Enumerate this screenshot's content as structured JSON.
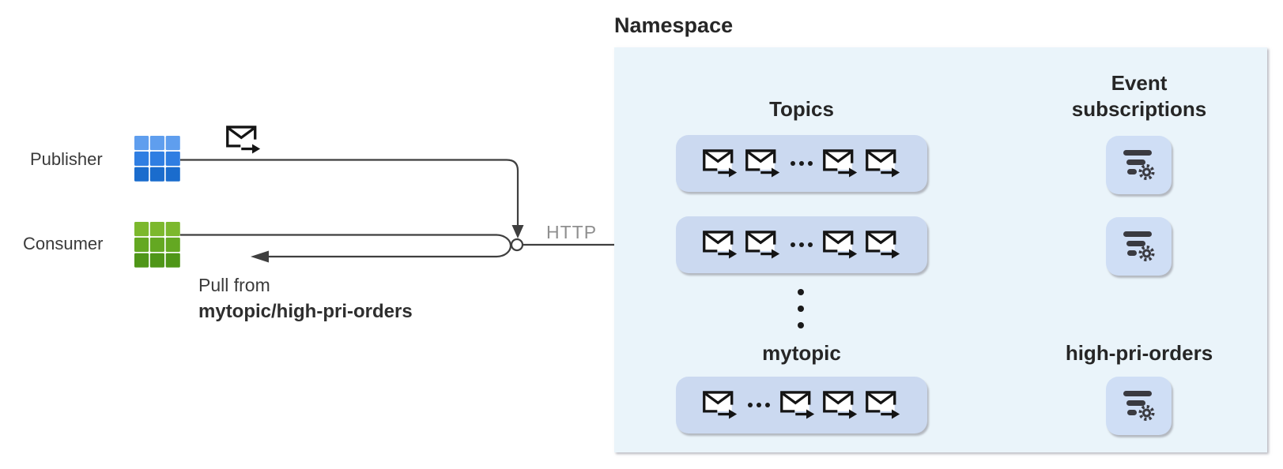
{
  "diagram": {
    "publisher": {
      "label": "Publisher",
      "tile_colors": [
        "#5f9eee",
        "#2f7ee2",
        "#1a6ccd"
      ]
    },
    "consumer": {
      "label": "Consumer",
      "tile_colors": [
        "#7cb82d",
        "#64a822",
        "#4f9618"
      ]
    },
    "pull_note": {
      "line1": "Pull from",
      "line2": "mytopic/high-pri-orders"
    },
    "http_label": "HTTP",
    "line_color": "#3f3f3f",
    "dashed_line_color": "#1c1c1c"
  },
  "namespace": {
    "title": "Namespace",
    "background_color": "#eaf4fa",
    "topics": {
      "heading": "Topics",
      "bottom_label": "mytopic",
      "row_fill_color": "#cbd9f0",
      "rows": [
        {
          "envelopes_before_dots": 2,
          "envelopes_after_dots": 2
        },
        {
          "envelopes_before_dots": 2,
          "envelopes_after_dots": 2
        },
        {
          "envelopes_before_dots": 1,
          "envelopes_after_dots": 3
        }
      ]
    },
    "subscriptions": {
      "heading_line1": "Event",
      "heading_line2": "subscriptions",
      "bottom_label": "high-pri-orders",
      "box_fill_color": "#cfdef5",
      "count": 3
    }
  }
}
